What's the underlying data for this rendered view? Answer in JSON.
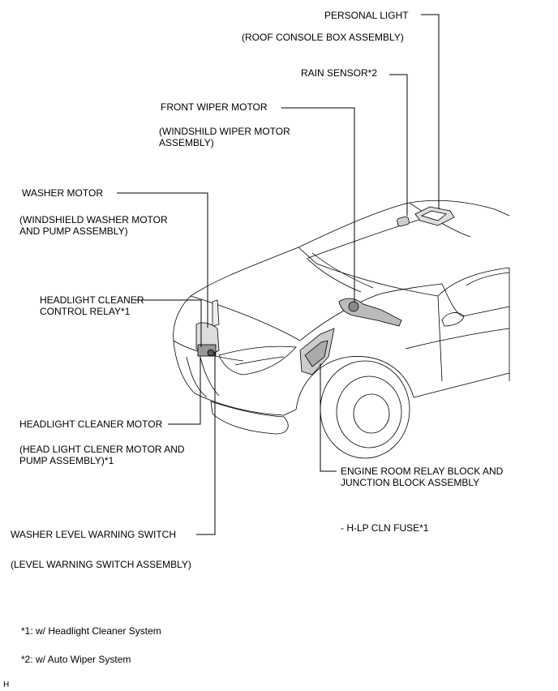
{
  "labels": {
    "personal_light": "PERSONAL LIGHT",
    "personal_light_sub": "(ROOF CONSOLE BOX ASSEMBLY)",
    "rain_sensor": "RAIN SENSOR*2",
    "front_wiper_motor": "FRONT WIPER MOTOR",
    "front_wiper_sub_1": "(WINDSHILD WIPER MOTOR",
    "front_wiper_sub_2": "ASSEMBLY)",
    "washer_motor": "WASHER MOTOR",
    "washer_motor_sub_1": "(WINDSHIELD WASHER MOTOR",
    "washer_motor_sub_2": "AND PUMP ASSEMBLY)",
    "hl_relay_1": "HEADLIGHT CLEANER",
    "hl_relay_2": "CONTROL RELAY*1",
    "hl_motor": "HEADLIGHT CLEANER MOTOR",
    "hl_motor_sub_1": "(HEAD LIGHT CLENER MOTOR AND",
    "hl_motor_sub_2": "PUMP ASSEMBLY)*1",
    "engine_relay_1": "ENGINE ROOM RELAY BLOCK AND",
    "engine_relay_2": "JUNCTION BLOCK ASSEMBLY",
    "fuse": "- H-LP CLN FUSE*1",
    "washer_level": "WASHER LEVEL WARNING SWITCH",
    "washer_level_sub": "(LEVEL WARNING SWITCH ASSEMBLY)"
  },
  "footnotes": {
    "note1": "*1: w/ Headlight Cleaner System",
    "note2": "*2: w/ Auto Wiper System"
  },
  "corner_mark": "H"
}
